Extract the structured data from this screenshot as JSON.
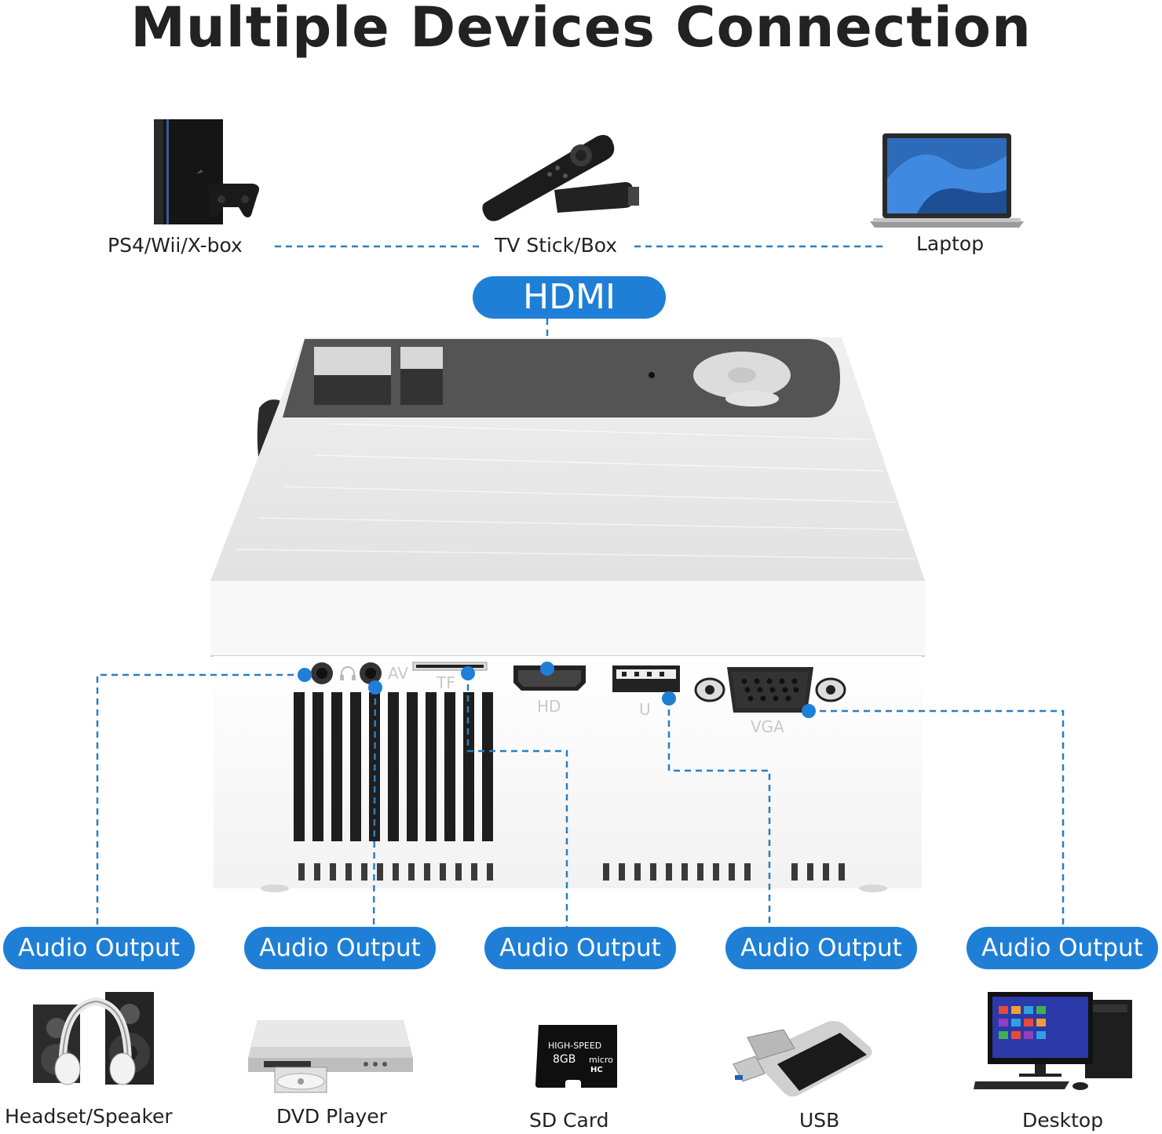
{
  "title": "Multiple Devices Connection",
  "top_devices": [
    {
      "label": "PS4/Wii/X-box",
      "icon": "game-console-icon"
    },
    {
      "label": "TV Stick/Box",
      "icon": "tv-stick-icon"
    },
    {
      "label": "Laptop",
      "icon": "laptop-icon"
    }
  ],
  "hdmi_label": "HDMI",
  "projector": {
    "ports": {
      "hd": "HD",
      "usb": "U",
      "vga": "VGA",
      "tf": "TF",
      "av": "AV"
    }
  },
  "connections": [
    {
      "label": "Audio Output"
    },
    {
      "label": "Audio Output"
    },
    {
      "label": "Audio Output"
    },
    {
      "label": "Audio Output"
    },
    {
      "label": "Audio Output"
    }
  ],
  "bottom_devices": [
    {
      "label": "Headset/Speaker",
      "icon": "speaker-headset-icon"
    },
    {
      "label": "DVD Player",
      "icon": "dvd-player-icon"
    },
    {
      "label": "SD Card",
      "icon": "sd-card-icon",
      "card_text": [
        "HIGH-SPEED",
        "8GB",
        "micro",
        "HC"
      ]
    },
    {
      "label": "USB",
      "icon": "usb-drive-icon"
    },
    {
      "label": "Desktop",
      "icon": "desktop-computer-icon"
    }
  ],
  "colors": {
    "accent": "#1f7fd6",
    "dashed_line": "#2a7fc0",
    "text": "#222222"
  }
}
